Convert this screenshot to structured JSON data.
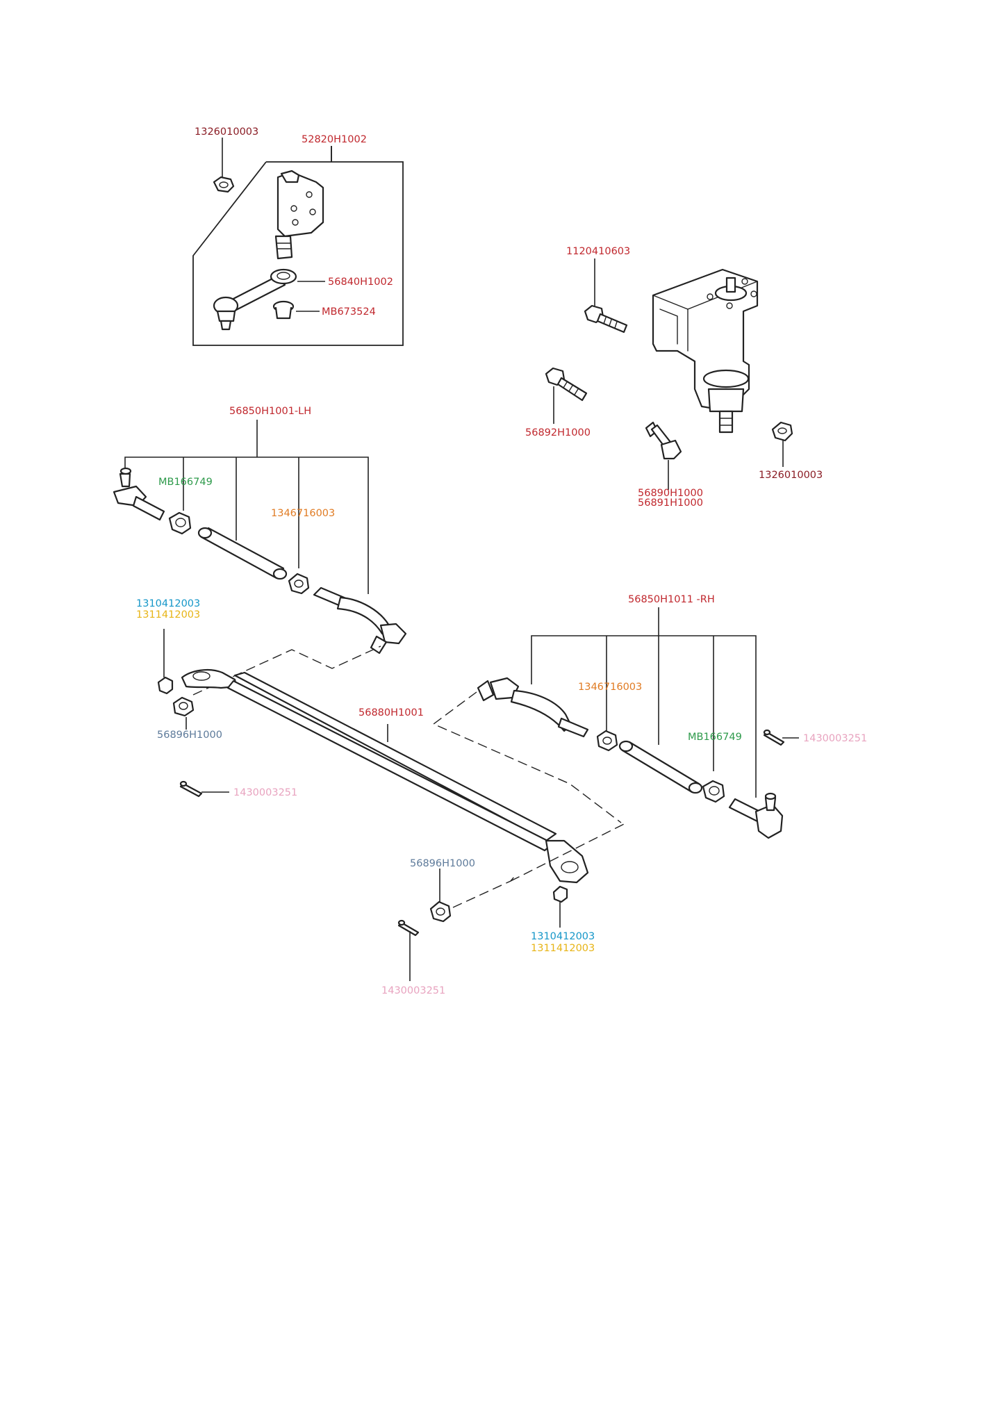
{
  "colors": {
    "dark_red": "#8a1c24",
    "red": "#c0272d",
    "green": "#2e9a4b",
    "orange": "#e07b23",
    "cyan": "#1496c8",
    "yellow": "#e7b416",
    "steel_blue": "#5d7a9a",
    "pink": "#e8a3bf",
    "line": "#222222"
  },
  "labels": {
    "top_nut_idler": "1326010003",
    "idler_bracket_kit": "52820H1002",
    "idler_arm": "56840H1002",
    "idler_bushing": "MB673524",
    "gearbox_bolt_top": "1120410603",
    "gearbox_bolt_left": "56892H1000",
    "gearbox_nut": "1326010003",
    "gearbox_bolt_mid_1": "56890H1000",
    "gearbox_bolt_mid_2": "56891H1000",
    "tie_rod_lh": "56850H1001-LH",
    "lh_nut_green": "MB166749",
    "lh_nut_orange": "1346716003",
    "left_nut_cyan": "1310412003",
    "left_nut_yellow": "1311412003",
    "left_castle_nut": "56896H1000",
    "left_cotter_pin": "1430003251",
    "center_link": "56880H1001",
    "tie_rod_rh": "56850H1011 -RH",
    "rh_nut_orange": "1346716003",
    "rh_nut_green": "MB166749",
    "right_cotter_pin": "1430003251",
    "bottom_castle_nut": "56896H1000",
    "bottom_nut_cyan": "1310412003",
    "bottom_nut_yellow": "1311412003",
    "bottom_cotter_pin": "1430003251"
  },
  "icons": [
    "idler-nut-icon",
    "idler-bracket-icon",
    "idler-arm-icon",
    "idler-bushing-icon",
    "steering-gearbox-icon",
    "bolt-icon",
    "nut-icon",
    "tie-rod-end-icon",
    "adjusting-sleeve-icon",
    "center-link-icon",
    "cotter-pin-icon"
  ]
}
